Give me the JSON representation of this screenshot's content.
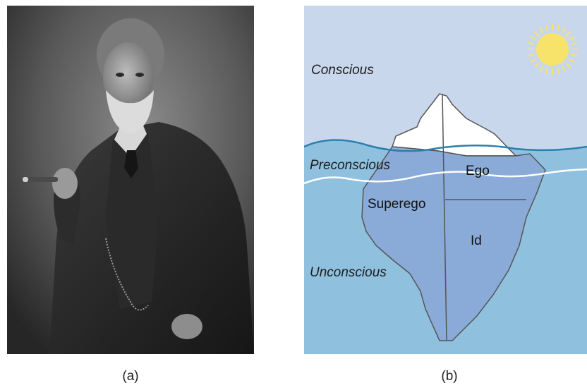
{
  "captions": {
    "a": "(a)",
    "b": "(b)"
  },
  "photo": {
    "subject": "portrait-photograph",
    "tone": "black-and-white"
  },
  "iceberg": {
    "zones": {
      "conscious": "Conscious",
      "preconscious": "Preconscious",
      "unconscious": "Unconscious"
    },
    "parts": {
      "ego": "Ego",
      "superego": "Superego",
      "id": "Id"
    },
    "colors": {
      "sky": "#c9d7ec",
      "water": "#8fc1df",
      "iceberg_above": "#ffffff",
      "iceberg_below": "#8aa6d6",
      "outline": "#555555",
      "waterline": "#2b7fab",
      "sun": "#f8e36a"
    }
  }
}
